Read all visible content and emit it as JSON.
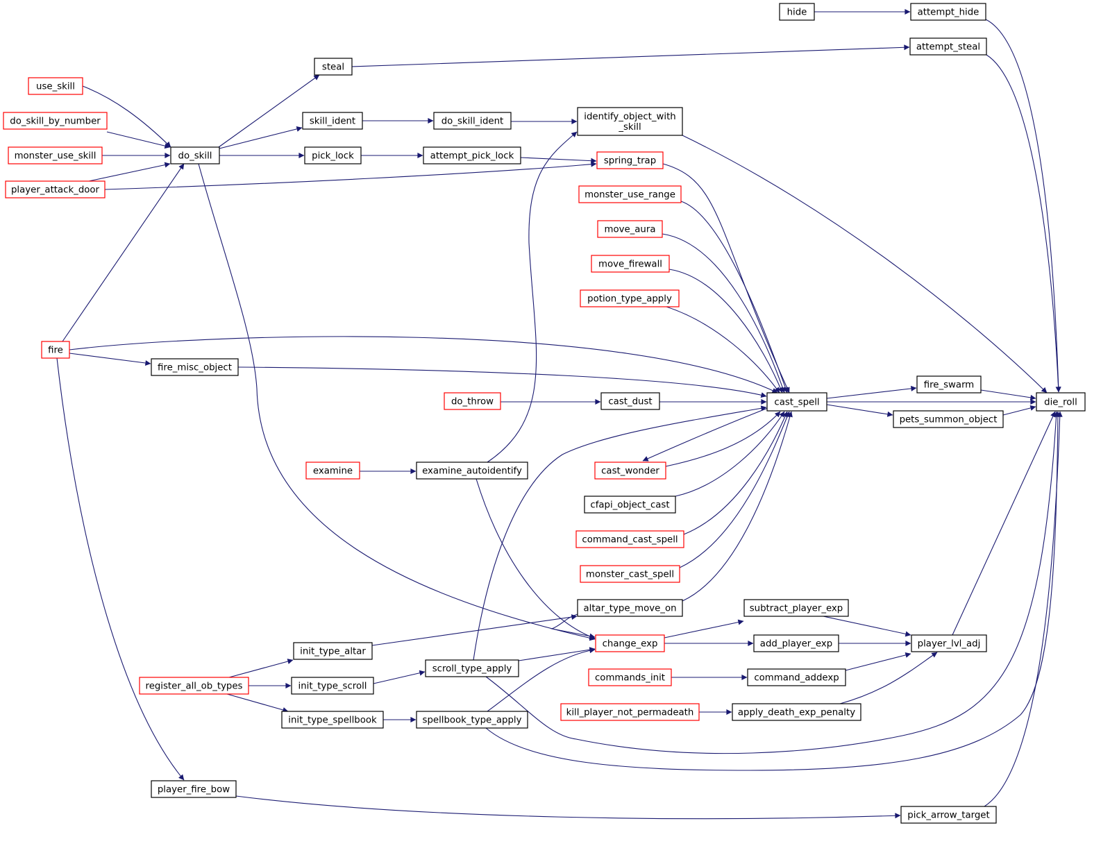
{
  "colors": {
    "edge": "#191970",
    "box_default": "#000000",
    "box_truncated": "#ff0000",
    "box_root_fill": "#bfbfbf"
  },
  "nodes": [
    {
      "id": "die_roll",
      "lines": [
        "die_roll"
      ],
      "border": "black",
      "root": true
    },
    {
      "id": "attempt_hide",
      "lines": [
        "attempt_hide"
      ],
      "border": "black"
    },
    {
      "id": "hide",
      "lines": [
        "hide"
      ],
      "border": "black"
    },
    {
      "id": "attempt_steal",
      "lines": [
        "attempt_steal"
      ],
      "border": "black"
    },
    {
      "id": "steal",
      "lines": [
        "steal"
      ],
      "border": "black"
    },
    {
      "id": "do_skill",
      "lines": [
        "do_skill"
      ],
      "border": "black"
    },
    {
      "id": "use_skill",
      "lines": [
        "use_skill"
      ],
      "border": "red"
    },
    {
      "id": "do_skill_by_number",
      "lines": [
        "do_skill_by_number"
      ],
      "border": "red"
    },
    {
      "id": "monster_use_skill",
      "lines": [
        "monster_use_skill"
      ],
      "border": "red"
    },
    {
      "id": "player_attack_door",
      "lines": [
        "player_attack_door"
      ],
      "border": "red"
    },
    {
      "id": "fire",
      "lines": [
        "fire"
      ],
      "border": "red"
    },
    {
      "id": "cast_spell",
      "lines": [
        "cast_spell"
      ],
      "border": "black"
    },
    {
      "id": "altar_type_move_on",
      "lines": [
        "altar_type_move_on"
      ],
      "border": "black"
    },
    {
      "id": "init_type_altar",
      "lines": [
        "init_type_altar"
      ],
      "border": "black"
    },
    {
      "id": "register_all_ob_types",
      "lines": [
        "register_all_ob_types"
      ],
      "border": "red"
    },
    {
      "id": "cast_dust",
      "lines": [
        "cast_dust"
      ],
      "border": "black"
    },
    {
      "id": "do_throw",
      "lines": [
        "do_throw"
      ],
      "border": "red"
    },
    {
      "id": "cast_wonder",
      "lines": [
        "cast_wonder"
      ],
      "border": "red"
    },
    {
      "id": "cfapi_object_cast",
      "lines": [
        "cfapi_object_cast"
      ],
      "border": "black"
    },
    {
      "id": "command_cast_spell",
      "lines": [
        "command_cast_spell"
      ],
      "border": "red"
    },
    {
      "id": "fire_misc_object",
      "lines": [
        "fire_misc_object"
      ],
      "border": "black"
    },
    {
      "id": "monster_cast_spell",
      "lines": [
        "monster_cast_spell"
      ],
      "border": "red"
    },
    {
      "id": "monster_use_range",
      "lines": [
        "monster_use_range"
      ],
      "border": "red"
    },
    {
      "id": "move_aura",
      "lines": [
        "move_aura"
      ],
      "border": "red"
    },
    {
      "id": "move_firewall",
      "lines": [
        "move_firewall"
      ],
      "border": "red"
    },
    {
      "id": "potion_type_apply",
      "lines": [
        "potion_type_apply"
      ],
      "border": "red"
    },
    {
      "id": "scroll_type_apply",
      "lines": [
        "scroll_type_apply"
      ],
      "border": "black"
    },
    {
      "id": "init_type_scroll",
      "lines": [
        "init_type_scroll"
      ],
      "border": "black"
    },
    {
      "id": "spring_trap",
      "lines": [
        "spring_trap"
      ],
      "border": "red"
    },
    {
      "id": "attempt_pick_lock",
      "lines": [
        "attempt_pick_lock"
      ],
      "border": "black"
    },
    {
      "id": "pick_lock",
      "lines": [
        "pick_lock"
      ],
      "border": "black"
    },
    {
      "id": "fire_swarm",
      "lines": [
        "fire_swarm"
      ],
      "border": "black"
    },
    {
      "id": "identify_object_with_skill",
      "lines": [
        "identify_object_with",
        "_skill"
      ],
      "border": "black"
    },
    {
      "id": "do_skill_ident",
      "lines": [
        "do_skill_ident"
      ],
      "border": "black"
    },
    {
      "id": "skill_ident",
      "lines": [
        "skill_ident"
      ],
      "border": "black"
    },
    {
      "id": "examine_autoidentify",
      "lines": [
        "examine_autoidentify"
      ],
      "border": "black"
    },
    {
      "id": "examine",
      "lines": [
        "examine"
      ],
      "border": "red"
    },
    {
      "id": "pets_summon_object",
      "lines": [
        "pets_summon_object"
      ],
      "border": "black"
    },
    {
      "id": "pick_arrow_target",
      "lines": [
        "pick_arrow_target"
      ],
      "border": "black"
    },
    {
      "id": "player_fire_bow",
      "lines": [
        "player_fire_bow"
      ],
      "border": "black"
    },
    {
      "id": "player_lvl_adj",
      "lines": [
        "player_lvl_adj"
      ],
      "border": "black"
    },
    {
      "id": "add_player_exp",
      "lines": [
        "add_player_exp"
      ],
      "border": "black"
    },
    {
      "id": "change_exp",
      "lines": [
        "change_exp"
      ],
      "border": "red"
    },
    {
      "id": "apply_death_exp_penalty",
      "lines": [
        "apply_death_exp_penalty"
      ],
      "border": "black"
    },
    {
      "id": "kill_player_not_permadeath",
      "lines": [
        "kill_player_not_permadeath"
      ],
      "border": "red"
    },
    {
      "id": "command_addexp",
      "lines": [
        "command_addexp"
      ],
      "border": "black"
    },
    {
      "id": "commands_init",
      "lines": [
        "commands_init"
      ],
      "border": "red"
    },
    {
      "id": "subtract_player_exp",
      "lines": [
        "subtract_player_exp"
      ],
      "border": "black"
    },
    {
      "id": "spellbook_type_apply",
      "lines": [
        "spellbook_type_apply"
      ],
      "border": "black"
    },
    {
      "id": "init_type_spellbook",
      "lines": [
        "init_type_spellbook"
      ],
      "border": "black"
    }
  ],
  "edges": [
    {
      "from": "attempt_hide",
      "to": "die_roll"
    },
    {
      "from": "hide",
      "to": "attempt_hide"
    },
    {
      "from": "attempt_steal",
      "to": "die_roll"
    },
    {
      "from": "steal",
      "to": "attempt_steal"
    },
    {
      "from": "do_skill",
      "to": "steal"
    },
    {
      "from": "use_skill",
      "to": "do_skill"
    },
    {
      "from": "do_skill_by_number",
      "to": "do_skill"
    },
    {
      "from": "monster_use_skill",
      "to": "do_skill"
    },
    {
      "from": "player_attack_door",
      "to": "do_skill"
    },
    {
      "from": "fire",
      "to": "do_skill"
    },
    {
      "from": "cast_spell",
      "to": "die_roll"
    },
    {
      "from": "altar_type_move_on",
      "to": "cast_spell"
    },
    {
      "from": "init_type_altar",
      "to": "altar_type_move_on"
    },
    {
      "from": "register_all_ob_types",
      "to": "init_type_altar"
    },
    {
      "from": "cast_dust",
      "to": "cast_spell"
    },
    {
      "from": "do_throw",
      "to": "cast_dust"
    },
    {
      "from": "cast_wonder",
      "to": "cast_spell"
    },
    {
      "from": "cast_spell",
      "to": "cast_wonder"
    },
    {
      "from": "cfapi_object_cast",
      "to": "cast_spell"
    },
    {
      "from": "command_cast_spell",
      "to": "cast_spell"
    },
    {
      "from": "fire",
      "to": "cast_spell"
    },
    {
      "from": "fire_misc_object",
      "to": "cast_spell"
    },
    {
      "from": "fire",
      "to": "fire_misc_object"
    },
    {
      "from": "monster_cast_spell",
      "to": "cast_spell"
    },
    {
      "from": "monster_use_range",
      "to": "cast_spell"
    },
    {
      "from": "move_aura",
      "to": "cast_spell"
    },
    {
      "from": "move_firewall",
      "to": "cast_spell"
    },
    {
      "from": "potion_type_apply",
      "to": "cast_spell"
    },
    {
      "from": "scroll_type_apply",
      "to": "cast_spell"
    },
    {
      "from": "init_type_scroll",
      "to": "scroll_type_apply"
    },
    {
      "from": "register_all_ob_types",
      "to": "init_type_scroll"
    },
    {
      "from": "spring_trap",
      "to": "cast_spell"
    },
    {
      "from": "attempt_pick_lock",
      "to": "spring_trap"
    },
    {
      "from": "pick_lock",
      "to": "attempt_pick_lock"
    },
    {
      "from": "do_skill",
      "to": "pick_lock"
    },
    {
      "from": "player_attack_door",
      "to": "spring_trap"
    },
    {
      "from": "fire_swarm",
      "to": "die_roll"
    },
    {
      "from": "cast_spell",
      "to": "fire_swarm"
    },
    {
      "from": "identify_object_with_skill",
      "to": "die_roll"
    },
    {
      "from": "do_skill_ident",
      "to": "identify_object_with_skill"
    },
    {
      "from": "skill_ident",
      "to": "do_skill_ident"
    },
    {
      "from": "do_skill",
      "to": "skill_ident"
    },
    {
      "from": "examine_autoidentify",
      "to": "identify_object_with_skill"
    },
    {
      "from": "examine",
      "to": "examine_autoidentify"
    },
    {
      "from": "pets_summon_object",
      "to": "die_roll"
    },
    {
      "from": "cast_spell",
      "to": "pets_summon_object"
    },
    {
      "from": "pick_arrow_target",
      "to": "die_roll"
    },
    {
      "from": "player_fire_bow",
      "to": "pick_arrow_target"
    },
    {
      "from": "fire",
      "to": "player_fire_bow"
    },
    {
      "from": "player_lvl_adj",
      "to": "die_roll"
    },
    {
      "from": "add_player_exp",
      "to": "player_lvl_adj"
    },
    {
      "from": "change_exp",
      "to": "add_player_exp"
    },
    {
      "from": "altar_type_move_on",
      "to": "change_exp"
    },
    {
      "from": "do_skill",
      "to": "change_exp"
    },
    {
      "from": "examine_autoidentify",
      "to": "change_exp"
    },
    {
      "from": "scroll_type_apply",
      "to": "change_exp"
    },
    {
      "from": "spellbook_type_apply",
      "to": "change_exp"
    },
    {
      "from": "apply_death_exp_penalty",
      "to": "player_lvl_adj"
    },
    {
      "from": "kill_player_not_permadeath",
      "to": "apply_death_exp_penalty"
    },
    {
      "from": "command_addexp",
      "to": "player_lvl_adj"
    },
    {
      "from": "commands_init",
      "to": "command_addexp"
    },
    {
      "from": "subtract_player_exp",
      "to": "player_lvl_adj"
    },
    {
      "from": "change_exp",
      "to": "subtract_player_exp"
    },
    {
      "from": "scroll_type_apply",
      "to": "die_roll"
    },
    {
      "from": "spellbook_type_apply",
      "to": "die_roll"
    },
    {
      "from": "init_type_spellbook",
      "to": "spellbook_type_apply"
    },
    {
      "from": "register_all_ob_types",
      "to": "init_type_spellbook"
    }
  ]
}
